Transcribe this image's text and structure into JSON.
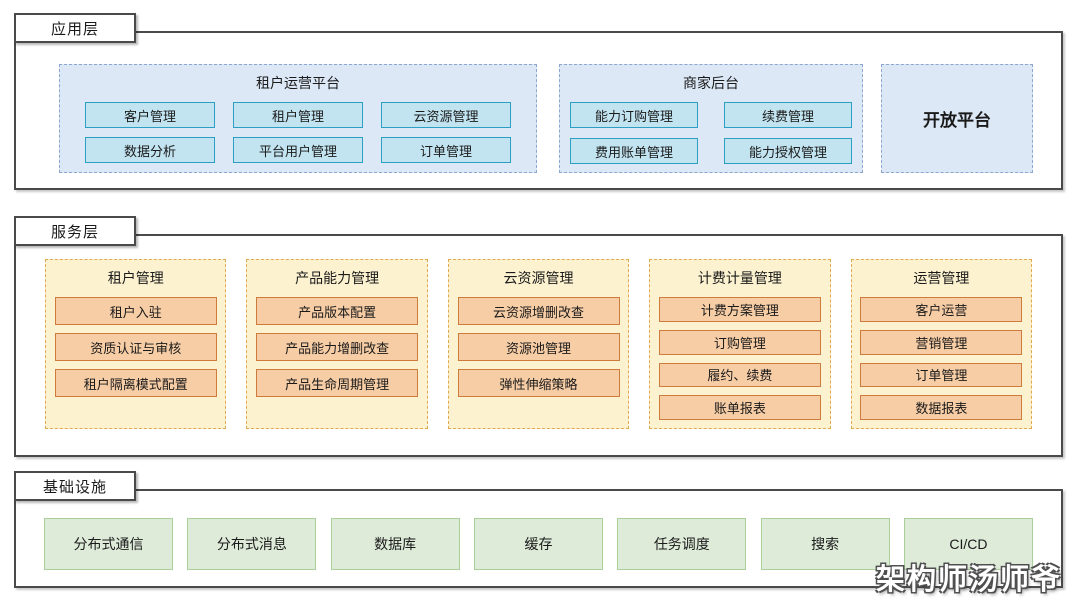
{
  "watermark": "架构师汤师爷",
  "colors": {
    "outline": "#4A4A4A",
    "blue_container_fill": "#DCE8F6",
    "blue_container_border": "#8CA6CC",
    "blue_fill": "#C2E3F0",
    "blue_border": "#2E9FC4",
    "yellow_container_fill": "#FCF2D0",
    "yellow_container_border": "#E2A94F",
    "orange_fill": "#F7CDA5",
    "orange_border": "#CE7B3E",
    "green_fill": "#DEEBD9",
    "green_border": "#A9CF9B"
  },
  "layers": {
    "app": {
      "tab": "应用层",
      "groups": [
        {
          "title": "租户运营平台",
          "items": [
            "客户管理",
            "租户管理",
            "云资源管理",
            "数据分析",
            "平台用户管理",
            "订单管理"
          ]
        },
        {
          "title": "商家后台",
          "items": [
            "能力订购管理",
            "续费管理",
            "费用账单管理",
            "能力授权管理"
          ]
        },
        {
          "title": "开放平台",
          "items": []
        }
      ]
    },
    "service": {
      "tab": "服务层",
      "groups": [
        {
          "title": "租户管理",
          "items": [
            "租户入驻",
            "资质认证与审核",
            "租户隔离模式配置"
          ]
        },
        {
          "title": "产品能力管理",
          "items": [
            "产品版本配置",
            "产品能力增删改查",
            "产品生命周期管理"
          ]
        },
        {
          "title": "云资源管理",
          "items": [
            "云资源增删改查",
            "资源池管理",
            "弹性伸缩策略"
          ]
        },
        {
          "title": "计费计量管理",
          "items": [
            "计费方案管理",
            "订购管理",
            "履约、续费",
            "账单报表"
          ]
        },
        {
          "title": "运营管理",
          "items": [
            "客户运营",
            "营销管理",
            "订单管理",
            "数据报表"
          ]
        }
      ]
    },
    "infra": {
      "tab": "基础设施",
      "items": [
        "分布式通信",
        "分布式消息",
        "数据库",
        "缓存",
        "任务调度",
        "搜索",
        "CI/CD"
      ]
    }
  }
}
